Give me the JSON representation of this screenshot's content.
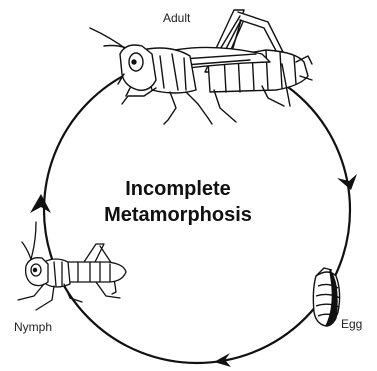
{
  "diagram": {
    "title_line1": "Incomplete",
    "title_line2": "Metamorphosis",
    "stages": {
      "adult": "Adult",
      "egg": "Egg",
      "nymph": "Nymph"
    },
    "colors": {
      "stroke": "#111111",
      "background": "#ffffff"
    }
  }
}
